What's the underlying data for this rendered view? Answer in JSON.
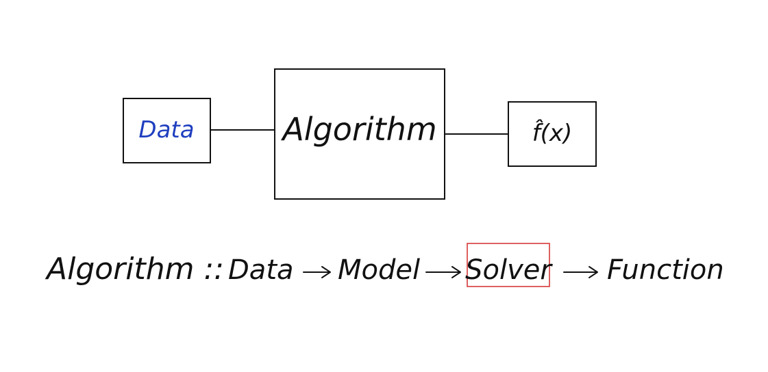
{
  "diagram": {
    "data_box_label": "Data",
    "algorithm_box_label": "Algorithm",
    "output_box_label": "f̂(x)"
  },
  "pipeline": {
    "prefix": "Algorithm ::",
    "steps": [
      "Data",
      "Model",
      "Solver",
      "Function"
    ],
    "highlighted_step": "Solver"
  },
  "colors": {
    "ink": "#111111",
    "data_label": "#1f3fbf",
    "highlight_border": "#d42a2a"
  }
}
